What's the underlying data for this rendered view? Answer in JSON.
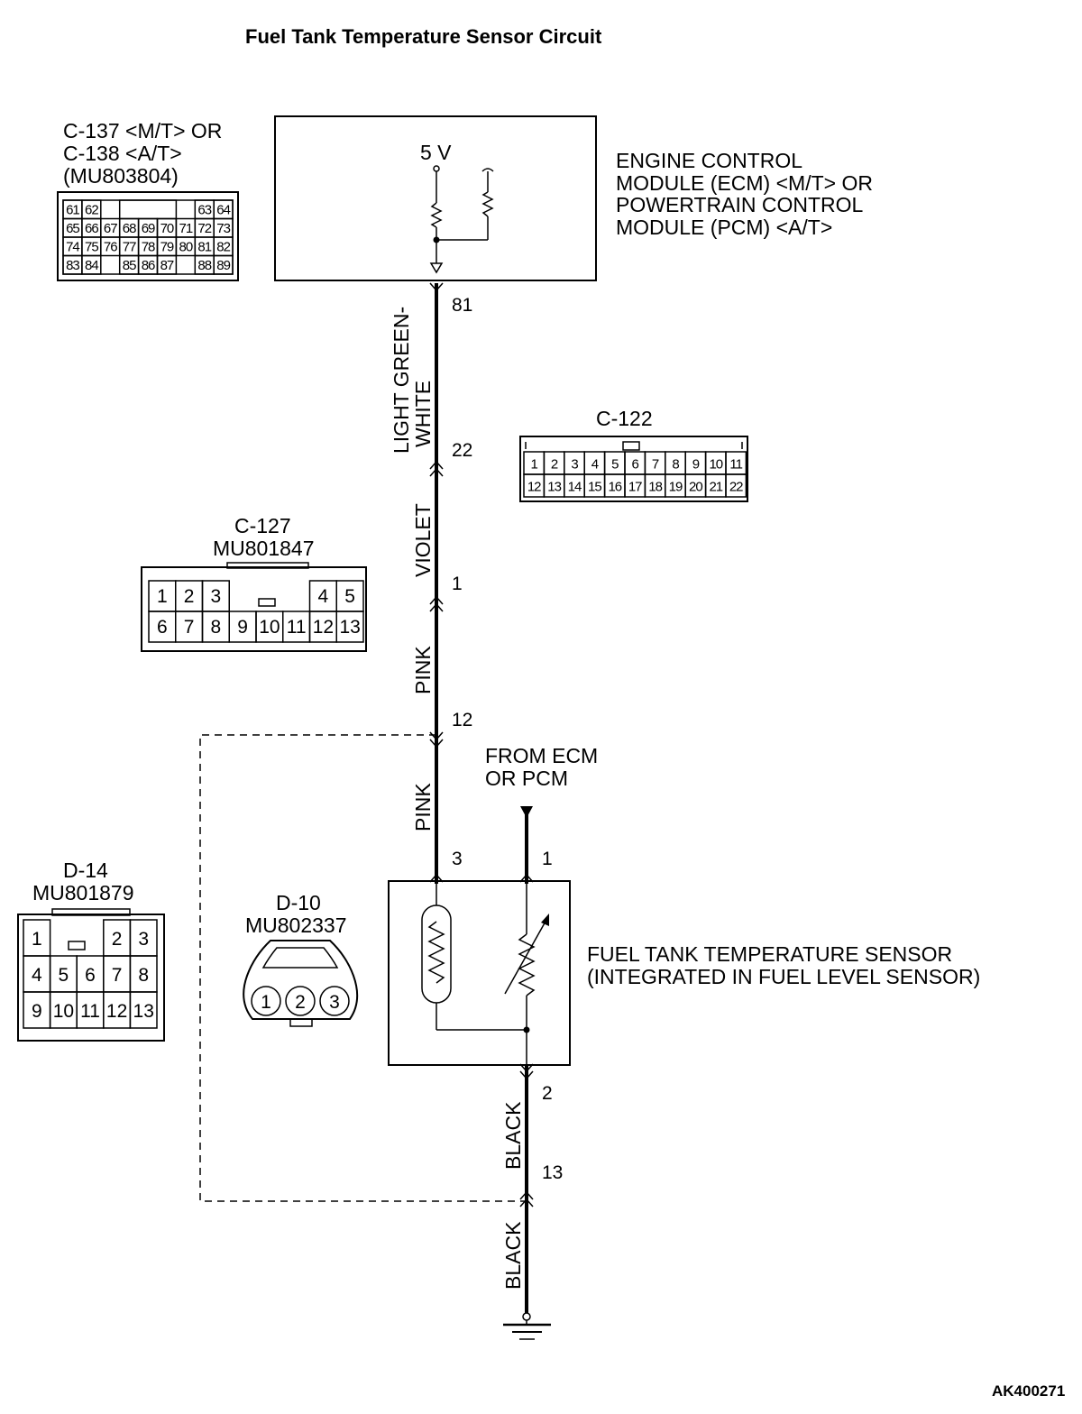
{
  "title": "Fuel Tank Temperature Sensor Circuit",
  "diagram_code": "AK400271",
  "ecm": {
    "label_lines": [
      "ENGINE CONTROL",
      "MODULE (ECM) <M/T> OR",
      "POWERTRAIN CONTROL",
      "MODULE (PCM) <A/T>"
    ],
    "voltage": "5 V",
    "pin": "81"
  },
  "connectors": {
    "c137": {
      "label_lines": [
        "C-137 <M/T> OR",
        "C-138 <A/T>",
        "(MU803804)"
      ],
      "rows": [
        [
          "61",
          "62",
          "",
          "",
          "",
          "",
          "",
          "63",
          "64"
        ],
        [
          "65",
          "66",
          "67",
          "68",
          "69",
          "70",
          "71",
          "72",
          "73"
        ],
        [
          "74",
          "75",
          "76",
          "77",
          "78",
          "79",
          "80",
          "81",
          "82"
        ],
        [
          "83",
          "84",
          "",
          "85",
          "86",
          "87",
          "",
          "88",
          "89"
        ]
      ]
    },
    "c122": {
      "label": "C-122",
      "rows": [
        [
          "1",
          "2",
          "3",
          "4",
          "5",
          "6",
          "7",
          "8",
          "9",
          "10",
          "11"
        ],
        [
          "12",
          "13",
          "14",
          "15",
          "16",
          "17",
          "18",
          "19",
          "20",
          "21",
          "22"
        ]
      ]
    },
    "c127": {
      "label_lines": [
        "C-127",
        "MU801847"
      ],
      "rows": [
        [
          "1",
          "2",
          "3",
          "",
          "",
          "",
          "4",
          "5"
        ],
        [
          "6",
          "7",
          "8",
          "9",
          "10",
          "11",
          "12",
          "13"
        ]
      ]
    },
    "d14": {
      "label_lines": [
        "D-14",
        "MU801879"
      ],
      "rows": [
        [
          "1",
          "",
          "",
          "2",
          "3"
        ],
        [
          "4",
          "5",
          "6",
          "7",
          "8"
        ],
        [
          "9",
          "10",
          "11",
          "12",
          "13"
        ]
      ]
    },
    "d10": {
      "label_lines": [
        "D-10",
        "MU802337"
      ],
      "pins": [
        "1",
        "2",
        "3"
      ]
    }
  },
  "wires": {
    "seg1": {
      "color": "LIGHT GREEN-WHITE",
      "lines": [
        "LIGHT GREEN-",
        "WHITE"
      ]
    },
    "seg2": {
      "color": "VIOLET"
    },
    "seg3": {
      "color": "PINK"
    },
    "seg4": {
      "color": "PINK"
    },
    "seg5": {
      "color": "BLACK"
    },
    "seg6": {
      "color": "BLACK"
    }
  },
  "pin_labels": {
    "ecm_81": "81",
    "c122_22": "22",
    "c127_1": "1",
    "d14_12": "12",
    "d10_3": "3",
    "d10_1": "1",
    "d10_2": "2",
    "d14_13": "13"
  },
  "from_ecm": [
    "FROM ECM",
    "OR PCM"
  ],
  "sensor": {
    "label_lines": [
      "FUEL TANK TEMPERATURE SENSOR",
      "(INTEGRATED IN FUEL LEVEL SENSOR)"
    ]
  }
}
